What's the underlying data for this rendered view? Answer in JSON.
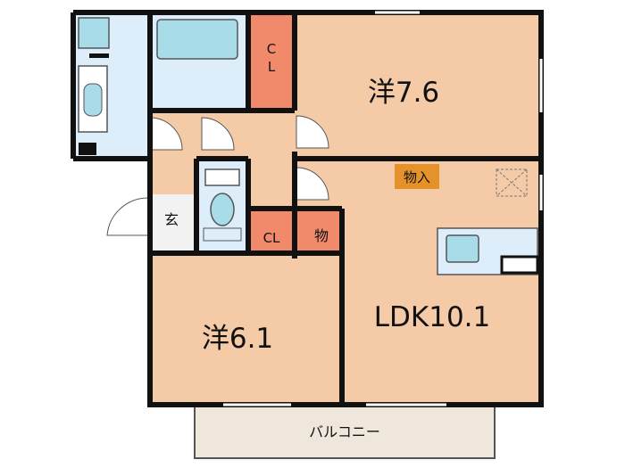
{
  "rooms": {
    "western_a": "洋7.6",
    "western_b": "洋6.1",
    "ldk": "LDK10.1",
    "entrance": "玄",
    "closet_a": "C\nL",
    "closet_b": "CL",
    "storage_a": "物",
    "storage_b": "物入",
    "balcony": "バルコニー"
  },
  "colors": {
    "room": "#f5cba7",
    "wet_area": "#ddeefa",
    "closet": "#f08a6a",
    "storage_box": "#e5922a",
    "fixture": "#a7dce8",
    "balcony": "#efe7dc",
    "wall": "#111111",
    "floor_neutral": "#f2f2f2"
  }
}
